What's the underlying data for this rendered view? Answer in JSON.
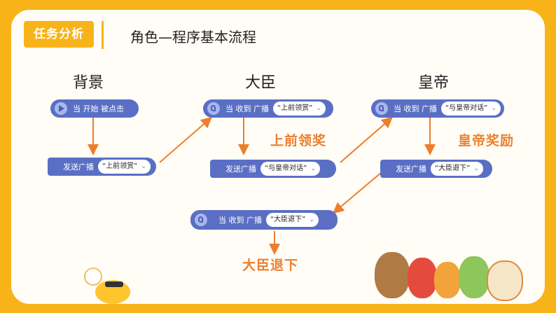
{
  "header": {
    "badge": "任务分析",
    "title": "角色—程序基本流程"
  },
  "columns": {
    "background": "背景",
    "minister": "大臣",
    "emperor": "皇帝"
  },
  "blocks": {
    "bg_start": {
      "text": "当 开始 被点击"
    },
    "bg_send": {
      "text": "发送广播",
      "msg": "上前领赏"
    },
    "min_receive": {
      "text": "当 收到 广播",
      "msg": "上前领赏"
    },
    "min_send": {
      "text": "发送广播",
      "msg": "与皇帝对话"
    },
    "emp_receive": {
      "text": "当 收到 广播",
      "msg": "与皇帝对话"
    },
    "emp_send": {
      "text": "发送广播",
      "msg": "大臣退下"
    },
    "min_receive2": {
      "text": "当 收到 广播",
      "msg": "大臣退下"
    }
  },
  "labels": {
    "step1": "上前领奖",
    "step2": "皇帝奖励",
    "step3": "大臣退下"
  },
  "colors": {
    "frame": "#F8B319",
    "block": "#5A6FC4",
    "arrow": "#EE7E2D",
    "card": "#FFFDF6"
  },
  "icons": {
    "start": "play-icon",
    "receive": "ear-icon",
    "dropdown": "chevron-down-icon"
  }
}
